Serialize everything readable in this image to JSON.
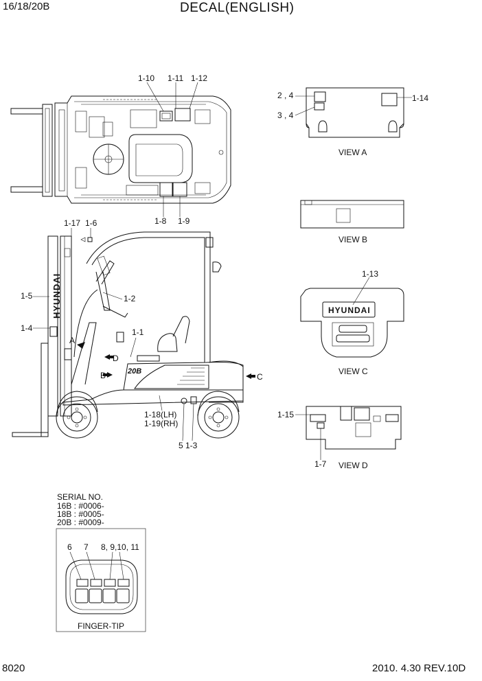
{
  "header": {
    "model": "16/18/20B",
    "title": "DECAL(ENGLISH)"
  },
  "callouts": {
    "top_view": {
      "c1_10": "1-10",
      "c1_11": "1-11",
      "c1_12": "1-12",
      "c1_8": "1-8",
      "c1_9": "1-9"
    },
    "side_view": {
      "c1_17": "1-17",
      "c1_6": "1-6",
      "c1_5": "1-5",
      "c1_2": "1-2",
      "c1_4": "1-4",
      "c1_1": "1-1",
      "c1_18": "1-18(LH)",
      "c1_19": "1-19(RH)",
      "c5_1_3": "5 1-3",
      "arrow_a": "A",
      "arrow_b": "B",
      "arrow_c": "C",
      "arrow_d": "D",
      "brand": "HYUNDAI",
      "model_badge": "20B"
    },
    "view_a": {
      "c2_4": "2 , 4",
      "c3_4": "3 , 4",
      "c1_14": "1-14"
    },
    "view_c": {
      "c1_13": "1-13",
      "brand": "HYUNDAI"
    },
    "view_d": {
      "c1_15": "1-15",
      "c1_7": "1-7"
    }
  },
  "views": {
    "a": "VIEW A",
    "b": "VIEW B",
    "c": "VIEW C",
    "d": "VIEW D"
  },
  "serial": {
    "title": "SERIAL NO.",
    "lines": [
      "16B : #0006-",
      "18B : #0005-",
      "20B : #0009-"
    ]
  },
  "finger_tip": {
    "label": "FINGER-TIP",
    "c6": "6",
    "c7": "7",
    "c8_11": "8, 9,10, 11"
  },
  "footer": {
    "page": "8020",
    "date_rev": "2010. 4.30  REV.10D"
  }
}
